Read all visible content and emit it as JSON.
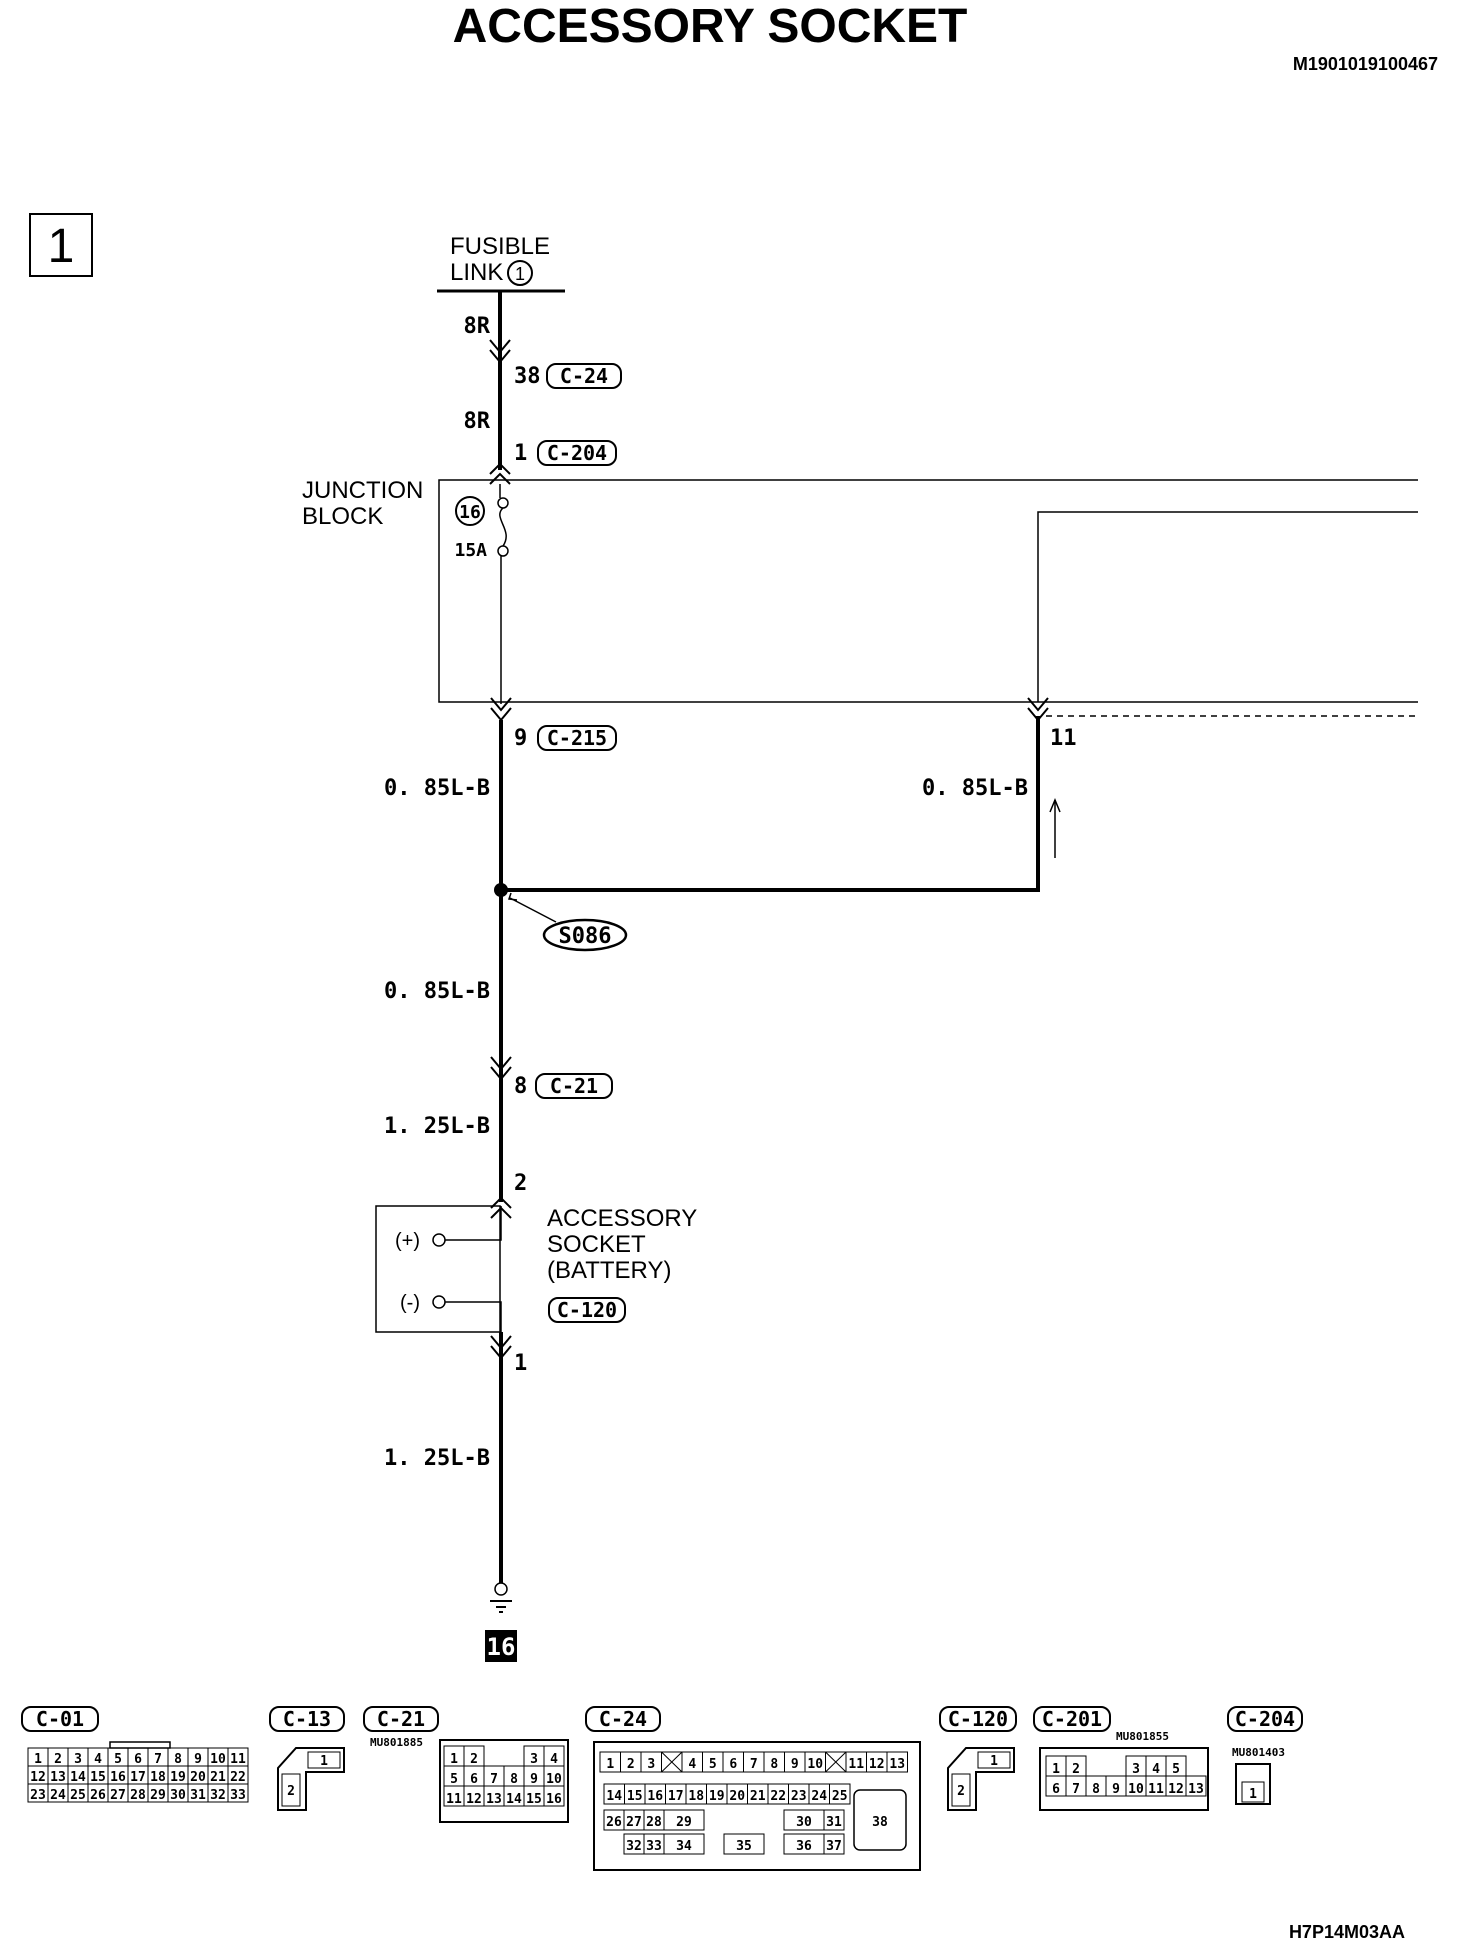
{
  "title": "ACCESSORY SOCKET",
  "doc_code": "M1901019100467",
  "footer_code": "H7P14M03AA",
  "page_number": "1",
  "fusible_link": {
    "line1": "FUSIBLE",
    "line2": "LINK",
    "number": "1"
  },
  "junction_block": {
    "line1": "JUNCTION",
    "line2": "BLOCK",
    "fuse_number": "16",
    "fuse_rating": "15A"
  },
  "wires": {
    "w1": "8R",
    "w2": "8R",
    "w3": "0. 85L-B",
    "w4": "0. 85L-B",
    "w5": "0. 85L-B",
    "w6": "1. 25L-B",
    "w7": "1. 25L-B"
  },
  "pins": {
    "p_c24": "38",
    "p_c204": "1",
    "p_c215": "9",
    "p_11": "11",
    "p_c21": "8",
    "p_socket_pos": "2",
    "p_socket_neg": "1"
  },
  "connector_tags": {
    "c24": "C-24",
    "c204": "C-204",
    "c215": "C-215",
    "c21": "C-21",
    "c120": "C-120"
  },
  "splice": "S086",
  "accessory_socket": {
    "line1": "ACCESSORY",
    "line2": "SOCKET",
    "line3": "(BATTERY)",
    "pos": "(+)",
    "neg": "(-)"
  },
  "ground": "16",
  "connectors": {
    "c01": {
      "label": "C-01",
      "rows": [
        [
          "1",
          "2",
          "3",
          "4",
          "5",
          "6",
          "7",
          "8",
          "9",
          "10",
          "11"
        ],
        [
          "12",
          "13",
          "14",
          "15",
          "16",
          "17",
          "18",
          "19",
          "20",
          "21",
          "22"
        ],
        [
          "23",
          "24",
          "25",
          "26",
          "27",
          "28",
          "29",
          "30",
          "31",
          "32",
          "33"
        ]
      ]
    },
    "c13": {
      "label": "C-13",
      "pin_a": "1",
      "pin_b": "2"
    },
    "c21": {
      "label": "C-21",
      "part": "MU801885",
      "rows": [
        [
          "1",
          "2",
          "",
          "",
          "3",
          "4"
        ],
        [
          "5",
          "6",
          "7",
          "8",
          "9",
          "10"
        ],
        [
          "11",
          "12",
          "13",
          "14",
          "15",
          "16"
        ]
      ]
    },
    "c24": {
      "label": "C-24",
      "row1": [
        "1",
        "2",
        "3",
        "X",
        "4",
        "5",
        "6",
        "7",
        "8",
        "9",
        "10",
        "X",
        "11",
        "12",
        "13"
      ],
      "row2": [
        "14",
        "15",
        "16",
        "17",
        "18",
        "19",
        "20",
        "21",
        "22",
        "23",
        "24",
        "25"
      ],
      "row3": [
        "26",
        "27",
        "28",
        "29",
        "30",
        "31"
      ],
      "row4": [
        "32",
        "33",
        "34",
        "35",
        "36",
        "37"
      ],
      "big": "38"
    },
    "c120": {
      "label": "C-120",
      "pin_a": "1",
      "pin_b": "2"
    },
    "c201": {
      "label": "C-201",
      "part": "MU801855",
      "rows": [
        [
          "1",
          "2",
          "",
          "",
          "3",
          "4",
          "5"
        ],
        [
          "6",
          "7",
          "8",
          "9",
          "10",
          "11",
          "12",
          "13"
        ]
      ]
    },
    "c204": {
      "label": "C-204",
      "part": "MU801403",
      "pin": "1"
    }
  }
}
